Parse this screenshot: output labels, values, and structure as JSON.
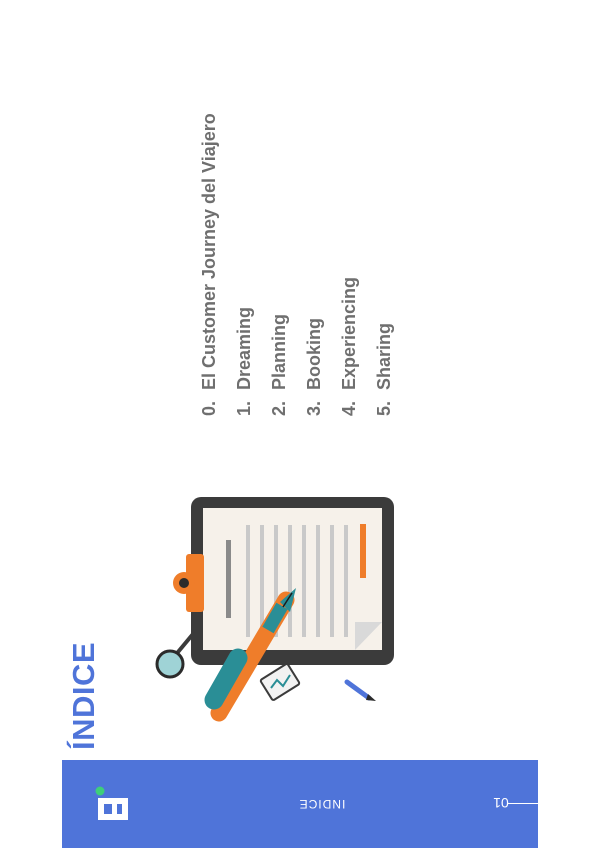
{
  "title": "ÍNDICE",
  "toc": {
    "items": [
      {
        "number": "0.",
        "label": "El Customer Journey del Viajero"
      },
      {
        "number": "1.",
        "label": "Dreaming"
      },
      {
        "number": "2.",
        "label": "Planning"
      },
      {
        "number": "3.",
        "label": "Booking"
      },
      {
        "number": "4.",
        "label": "Experiencing"
      },
      {
        "number": "5.",
        "label": "Sharing"
      }
    ]
  },
  "footer": {
    "label": "INDICE",
    "page_number": "01"
  },
  "colors": {
    "accent_blue": "#4f74d9",
    "logo_green": "#3ecf7a",
    "text_gray": "#6f6f6f",
    "orange": "#ef7d2a",
    "teal": "#2a8e96"
  },
  "icons": [
    "logo-icon",
    "clipboard-icon",
    "fountain-pen-icon",
    "magnifier-icon",
    "pencil-icon",
    "chart-card-icon"
  ]
}
